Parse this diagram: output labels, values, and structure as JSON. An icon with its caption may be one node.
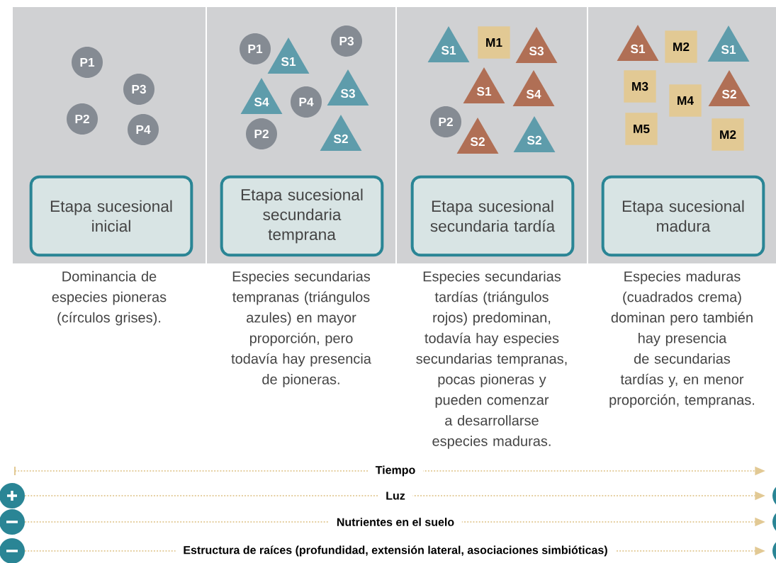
{
  "diagram": {
    "nodes": [
      {
        "text": [],
        "shape": "box",
        "beside": [
          "Dominancia de especies pioneras (círculos grises)."
        ]
      },
      {
        "text": [
          "Etapa sucesional inicial"
        ],
        "in": 0
      },
      {
        "text": [
          "P1"
        ],
        "in": 0
      },
      {
        "text": [
          "P3"
        ],
        "in": 0
      },
      {
        "text": [
          "P2"
        ],
        "in": 0
      },
      {
        "text": [
          "P4"
        ],
        "in": 0
      },
      {
        "text": [],
        "shape": "box",
        "beside": [
          "Especies secundarias tempranas (triángulos azules) en mayor proporción, pero todavía hay presencia de pioneras."
        ]
      },
      {
        "text": [
          "Etapa sucesional secundaria temprana"
        ],
        "in": 6
      },
      {
        "text": [
          "P3"
        ],
        "in": 6
      },
      {
        "text": [
          "P1"
        ],
        "in": 6
      },
      {
        "text": [
          "S1"
        ],
        "in": 6
      },
      {
        "text": [
          "S3"
        ],
        "in": 6
      },
      {
        "text": [
          "S4"
        ],
        "in": 6
      },
      {
        "text": [
          "P4"
        ],
        "in": 6
      },
      {
        "text": [
          "S2"
        ],
        "in": 6
      },
      {
        "text": [
          "P2"
        ],
        "in": 6
      },
      {
        "text": [],
        "shape": "box",
        "beside": [
          "Especies secundarias tardías (triángulos rojos) predominan, todavía hay especies secundarias tempranas, pocas pioneras y pueden comenzar a desarrollarse especies maduras."
        ]
      },
      {
        "text": [
          "Etapa sucesional secundaria tardía"
        ],
        "in": 16
      },
      {
        "text": [
          "M1"
        ],
        "in": 16
      },
      {
        "text": [
          "S1"
        ],
        "in": 16
      },
      {
        "text": [
          "S3"
        ],
        "in": 16
      },
      {
        "text": [
          "S1"
        ],
        "in": 16
      },
      {
        "text": [
          "S4"
        ],
        "in": 16
      },
      {
        "text": [
          "P2"
        ],
        "in": 16
      },
      {
        "text": [
          "S2"
        ],
        "in": 16
      },
      {
        "text": [
          "S2"
        ],
        "in": 16
      },
      {
        "text": [],
        "shape": "box",
        "beside": [
          "Especies maduras (cuadrados crema) dominan pero también hay presencia de secundarias tardías y, en menor proporción, tempranas."
        ]
      },
      {
        "text": [
          "Etapa sucesional madura"
        ],
        "in": 26
      },
      {
        "text": [
          "S1"
        ],
        "in": 26
      },
      {
        "text": [
          "S1"
        ],
        "in": 26
      },
      {
        "text": [
          "M2"
        ],
        "in": 26
      },
      {
        "text": [
          "M3"
        ],
        "in": 26
      },
      {
        "text": [
          "S2"
        ],
        "in": 26
      },
      {
        "text": [
          "M4"
        ],
        "in": 26
      },
      {
        "text": [
          "M5"
        ],
        "in": 26
      },
      {
        "text": [
          "M2"
        ],
        "in": 26
      }
    ],
    "labels": [
      "Tiempo",
      "Luz",
      "Nutrientes en el suelo",
      "Estructura de raíces (profundidad, extensión lateral, asociaciones simbióticas)"
    ]
  }
}
